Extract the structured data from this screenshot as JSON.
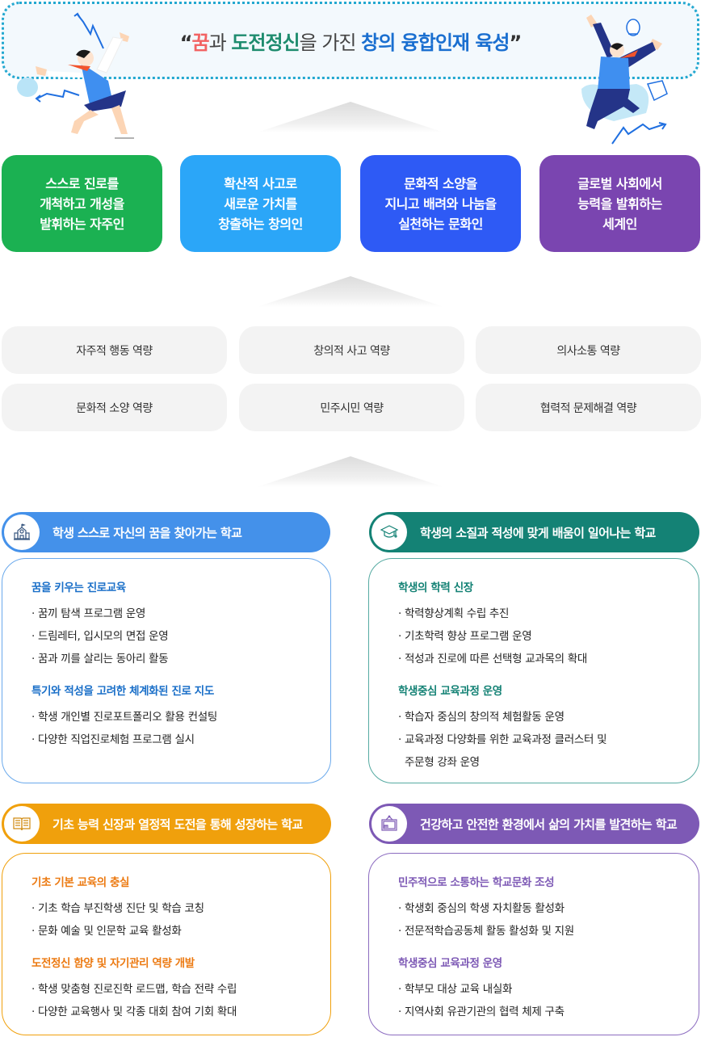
{
  "banner": {
    "quote_open": "“",
    "part1": "꿈",
    "part2": "과 ",
    "part3": "도전정신",
    "part4": "을 가진 ",
    "part5": "창의 융합인재 육성",
    "quote_close": "”",
    "colors": {
      "red": "#f26363",
      "green": "#1e8c6e",
      "blue": "#1a6fd0",
      "border": "#23a8d0",
      "background": "#f3f9fd"
    }
  },
  "values": [
    {
      "label": "스스로 진로를\n개척하고 개성을\n발휘하는 자주인",
      "color": "#1bb152"
    },
    {
      "label": "확산적 사고로\n새로운 가치를\n창출하는 창의인",
      "color": "#2ba6f8"
    },
    {
      "label": "문화적 소양을\n지니고 배려와 나눔을\n실천하는 문화인",
      "color": "#2e5af5"
    },
    {
      "label": "글로벌 사회에서\n능력을 발휘하는\n세계인",
      "color": "#7a45b0"
    }
  ],
  "competencies": [
    "자주적 행동 역량",
    "창의적 사고 역량",
    "의사소통 역량",
    "문화적 소양 역량",
    "민주시민 역량",
    "협력적 문제해결 역량"
  ],
  "sections": [
    {
      "title": "학생 스스로 자신의 꿈을 찾아가는 학교",
      "icon": "school-building-icon",
      "color": "#4491ea",
      "subtitle_color": "#1a6fc8",
      "groups": [
        {
          "subtitle": "꿈을 키우는 진로교육",
          "items": [
            "· 꿈끼 탐색 프로그램 운영",
            "· 드림레터, 입시모의 면접 운영",
            "· 꿈과 끼를 살리는 동아리 활동"
          ]
        },
        {
          "subtitle": "특기와 적성을 고려한 체계화된 진로 지도",
          "items": [
            "· 학생 개인별 진로포트폴리오 활용 컨설팅",
            "· 다양한 직업진로체험 프로그램 실시"
          ]
        }
      ]
    },
    {
      "title": "학생의 소질과 적성에 맞게 배움이 일어나는 학교",
      "icon": "graduation-cap-icon",
      "color": "#148275",
      "subtitle_color": "#148275",
      "groups": [
        {
          "subtitle": "학생의 학력 신장",
          "items": [
            "· 학력향상계획 수립 추진",
            "· 기초학력 향상 프로그램 운영",
            "· 적성과 진로에 따른 선택형 교과목의 확대"
          ]
        },
        {
          "subtitle": "학생중심 교육과정 운영",
          "items": [
            "· 학습자 중심의 창의적 체험활동 운영",
            "· 교육과정 다양화를 위한 교육과정 클러스터 및",
            "  주문형 강좌 운영"
          ]
        }
      ]
    },
    {
      "title": "기초 능력 신장과 열정적 도전을 통해 성장하는 학교",
      "icon": "open-book-icon",
      "color": "#f0a00c",
      "subtitle_color": "#ec7a12",
      "groups": [
        {
          "subtitle": "기초 기본 교육의 충실",
          "items": [
            "· 기초 학습 부진학생 진단 및 학습 코칭",
            "· 문화 예술 및 인문학 교육 활성화"
          ]
        },
        {
          "subtitle": "도전정신 함양 및 자기관리 역량 개발",
          "items": [
            "· 학생 맞춤형 진로진학 로드맵, 학습 전략 수립",
            "· 다양한 교육행사 및 각종 대회 참여 기회 확대"
          ]
        }
      ]
    },
    {
      "title": "건강하고 안전한 환경에서 삶의 가치를 발견하는 학교",
      "icon": "picture-frame-icon",
      "color": "#7d59b5",
      "subtitle_color": "#7d59b5",
      "groups": [
        {
          "subtitle": "민주적으로 소통하는 학교문화 조성",
          "items": [
            "· 학생회 중심의 학생 자치활동 활성화",
            "· 전문적학습공동체 활동 활성화 및 지원"
          ]
        },
        {
          "subtitle": "학생중심 교육과정 운영",
          "items": [
            "· 학부모 대상 교육 내실화",
            "· 지역사회 유관기관의 협력 체제 구축"
          ]
        }
      ]
    }
  ]
}
